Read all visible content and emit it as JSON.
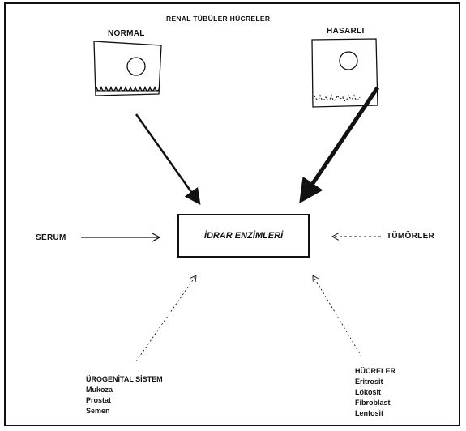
{
  "diagram": {
    "title": "RENAL TÜBÜLER HÜCRELER",
    "normal_label": "NORMAL",
    "damaged_label": "HASARLI",
    "center_label": "İDRAR ENZİMLERİ",
    "serum_label": "SERUM",
    "tumors_label": "TÜMÖRLER",
    "urogenital": {
      "heading": "ÜROGENİTAL SİSTEM",
      "items": [
        "Mukoza",
        "Prostat",
        "Semen"
      ]
    },
    "cells": {
      "heading": "HÜCRELER",
      "items": [
        "Eritrosit",
        "Lökosit",
        "Fibroblast",
        "Lenfosit"
      ]
    }
  }
}
